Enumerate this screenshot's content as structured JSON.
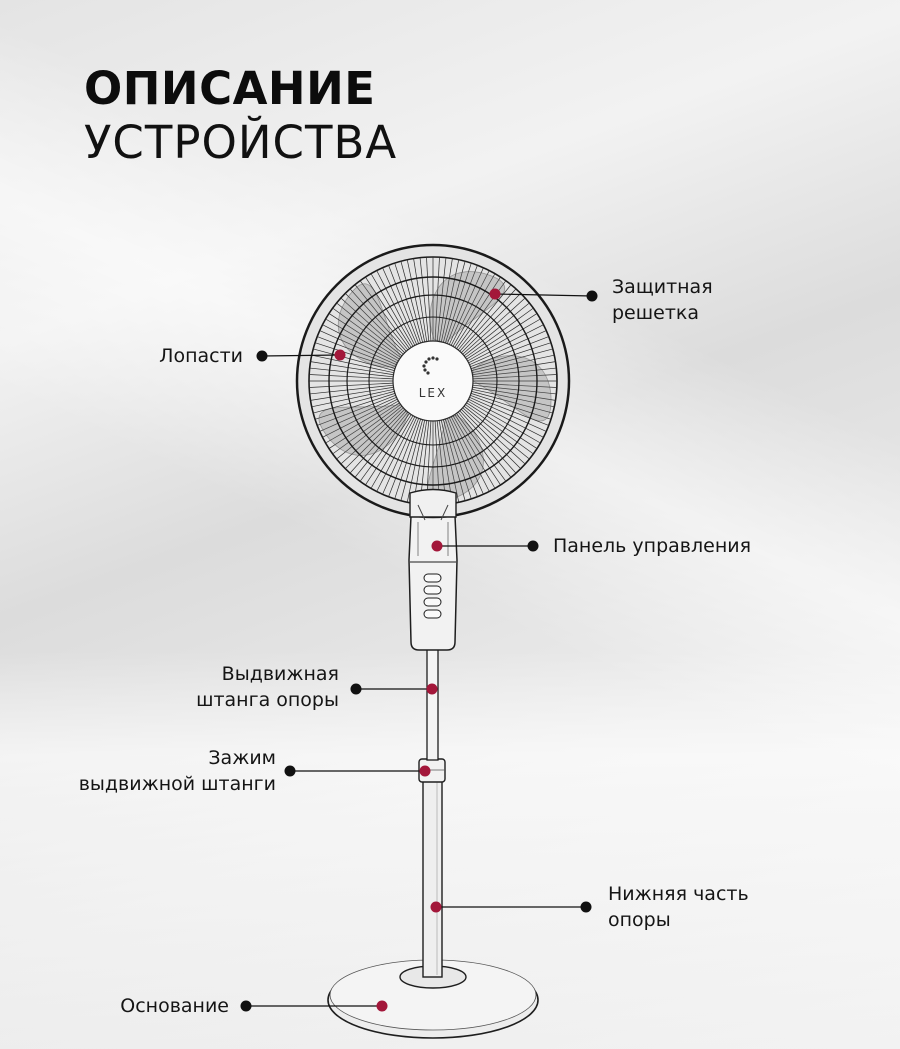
{
  "title": {
    "line1": "ОПИСАНИЕ",
    "line2": "УСТРОЙСТВА"
  },
  "brand": "LEX",
  "callouts": [
    {
      "id": "guard",
      "lines": [
        "Защитная",
        "решетка"
      ]
    },
    {
      "id": "blades",
      "lines": [
        "Лопасти"
      ]
    },
    {
      "id": "panel",
      "lines": [
        "Панель управления"
      ]
    },
    {
      "id": "rod",
      "lines": [
        "Выдвижная",
        "штанга опоры"
      ]
    },
    {
      "id": "clamp",
      "lines": [
        "Зажим",
        "выдвижной штанги"
      ]
    },
    {
      "id": "lower",
      "lines": [
        "Нижняя часть",
        "опоры"
      ]
    },
    {
      "id": "base",
      "lines": [
        "Основание"
      ]
    }
  ],
  "colors": {
    "accent": "#a3173a",
    "leader": "#111111",
    "outline": "#1e1e1e"
  }
}
